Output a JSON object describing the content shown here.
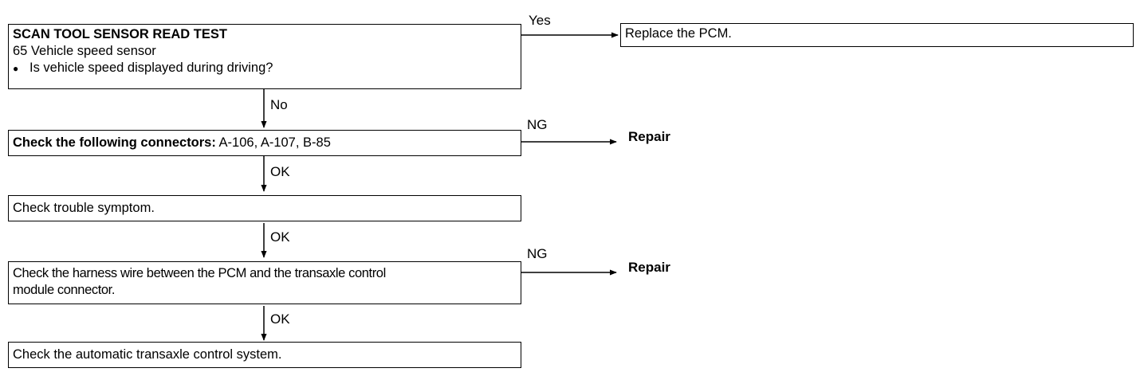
{
  "step1": {
    "title": "SCAN TOOL SENSOR READ TEST",
    "line2": "65 Vehicle speed sensor",
    "bullet": "●",
    "line3": "Is vehicle speed displayed during driving?"
  },
  "step1_yes_label": "Yes",
  "step1_yes_result": "Replace the PCM.",
  "step1_no_label": "No",
  "step2": {
    "title_bold": "Check the following connectors:",
    "title_rest": " A-106, A-107, B-85"
  },
  "step2_ng_label": "NG",
  "step2_ng_result": "Repair",
  "step2_ok_label": "OK",
  "step3": {
    "text": "Check trouble symptom."
  },
  "step3_ok_label": "OK",
  "step4": {
    "line1": "Check the harness wire between the PCM and the transaxle control",
    "line2": "module connector."
  },
  "step4_ng_label": "NG",
  "step4_ng_result": "Repair",
  "step4_ok_label": "OK",
  "step5": {
    "text": "Check the automatic transaxle control system."
  }
}
